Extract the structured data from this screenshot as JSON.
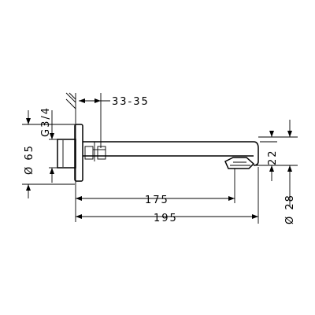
{
  "dimensions": {
    "thread": "G3/4",
    "wall_gap": "33-35",
    "diameter_rosette": "Ø 65",
    "diameter_spout": "Ø 28",
    "height_tip": "22",
    "length_outlet": "175",
    "length_total": "195"
  }
}
